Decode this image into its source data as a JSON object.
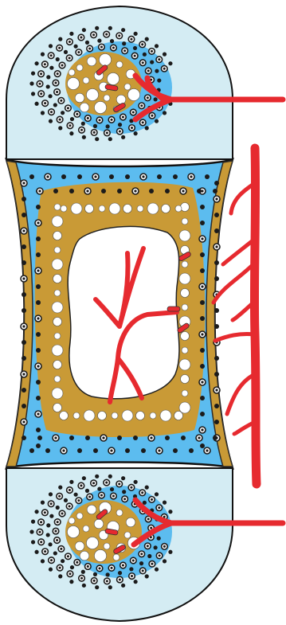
{
  "diagram": {
    "subject": "long bone",
    "labels_visible": false
  },
  "colors": {
    "epiphysis_fill": "#d4ecf3",
    "diaphysis_fill": "#5cbcef",
    "bone_tissue": "#c99a36",
    "marrow_cavity": "#ffffff",
    "periosteum": "#2e2c28",
    "outline": "#111111",
    "vessel": "#e62a2f",
    "vessel_stroke": "#8c1418",
    "cell_dark": "#1b1b1b",
    "cell_light": "#ffffff"
  },
  "regions": [
    {
      "id": "proximal-epiphysis"
    },
    {
      "id": "diaphysis"
    },
    {
      "id": "marrow-cavity"
    },
    {
      "id": "distal-epiphysis"
    }
  ],
  "vessels": [
    {
      "id": "nutrient-artery"
    },
    {
      "id": "epiphyseal-artery-top"
    },
    {
      "id": "epiphyseal-artery-bottom"
    },
    {
      "id": "medullary-branches"
    }
  ]
}
